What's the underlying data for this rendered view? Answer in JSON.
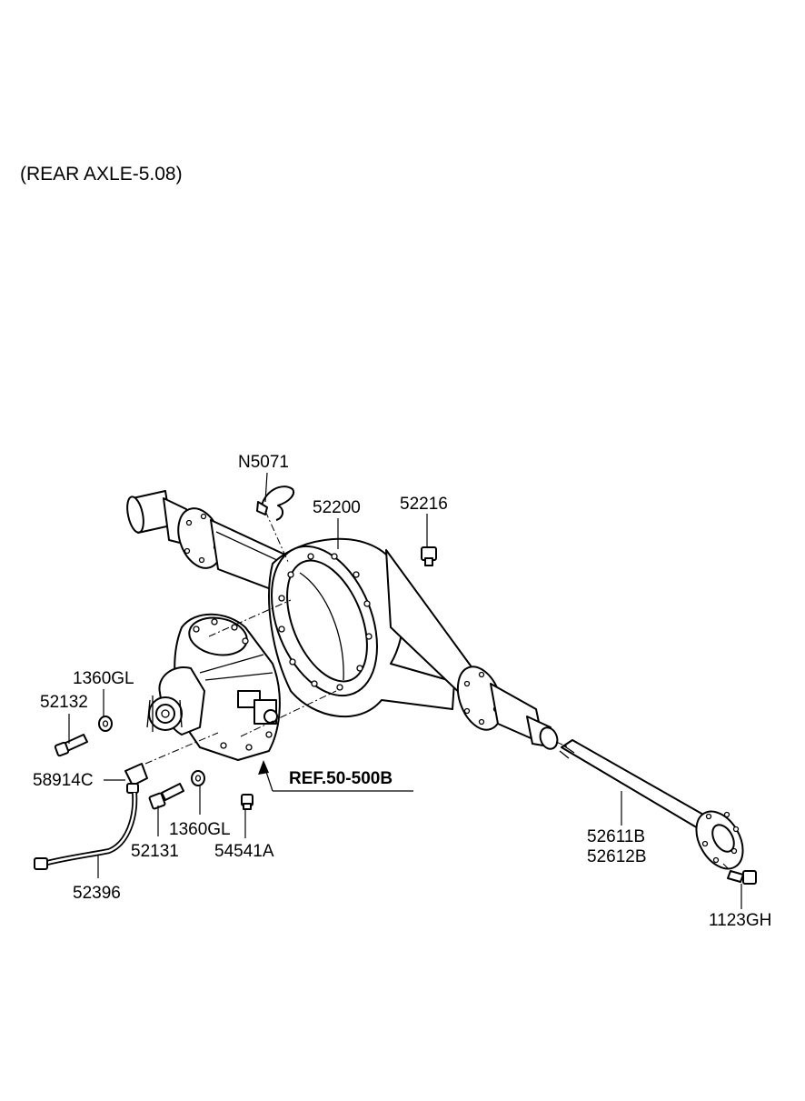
{
  "title": "(REAR AXLE-5.08)",
  "labels": {
    "n5071": "N5071",
    "p52200": "52200",
    "p52216": "52216",
    "p1360gl_top": "1360GL",
    "p52132": "52132",
    "p58914c": "58914C",
    "p52131": "52131",
    "p1360gl_bottom": "1360GL",
    "p54541a": "54541A",
    "ref": "REF.50-500B",
    "p52396": "52396",
    "p52611b": "52611B",
    "p52612b": "52612B",
    "p1123gh": "1123GH"
  }
}
